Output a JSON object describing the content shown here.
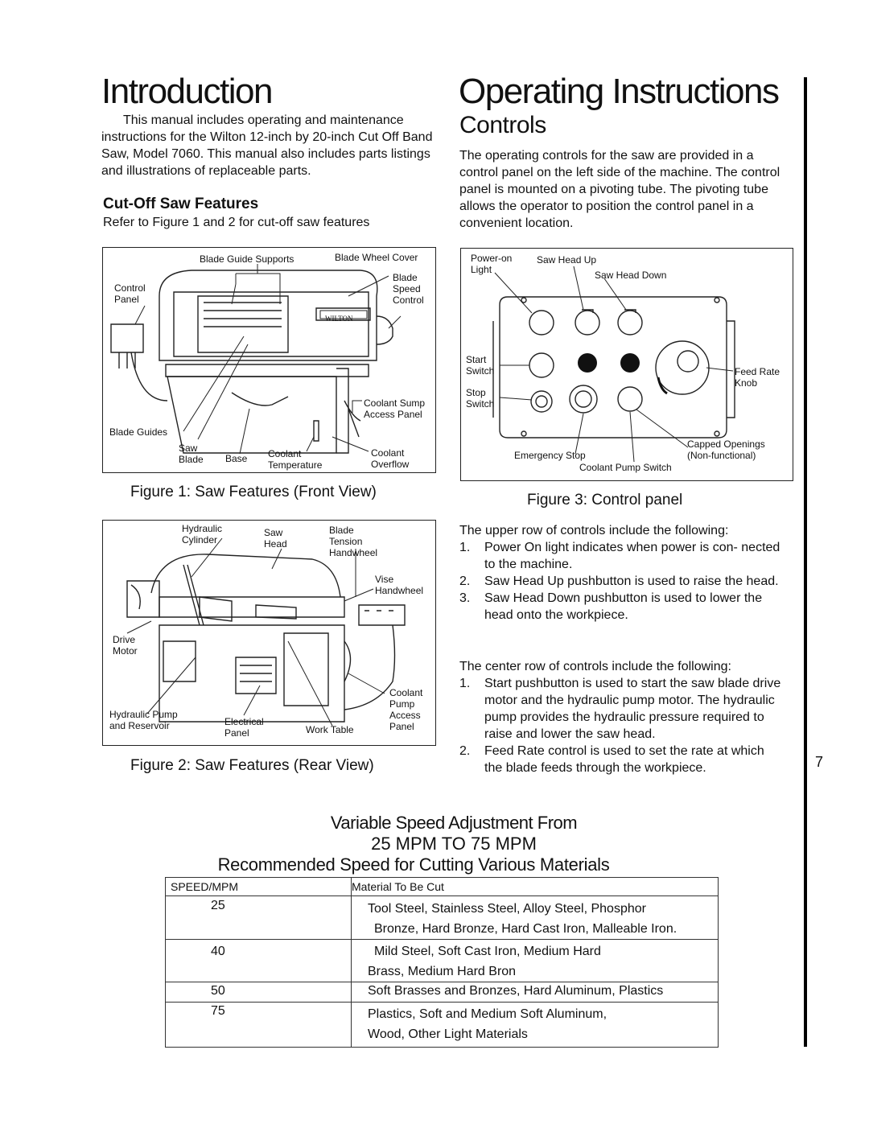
{
  "intro": {
    "title": "Introduction",
    "body": "This manual includes operating and maintenance instructions for the Wilton 12-inch by 20-inch Cut Off Band Saw, Model 7060. This manual also includes parts listings and illustrations of replaceable parts.",
    "features_heading": "Cut-Off Saw Features",
    "features_ref": "Refer to Figure 1 and 2 for cut-off saw features"
  },
  "operating": {
    "title": "Operating Instructions",
    "controls_heading": "Controls",
    "controls_body": "The operating controls for the saw are provided in a control panel on the left side of the machine. The control panel is mounted on a pivoting tube. The pivoting tube allows the operator to position the control panel in a convenient location."
  },
  "fig1": {
    "caption": "Figure 1: Saw Features (Front View)",
    "labels": {
      "blade_guide_supports": "Blade Guide Supports",
      "blade_wheel_cover": "Blade Wheel Cover",
      "blade_speed_control": "Blade\nSpeed\nControl",
      "control_panel": "Control\nPanel",
      "coolant_sump": "Coolant Sump\nAccess Panel",
      "blade_guides": "Blade Guides",
      "saw_blade": "Saw\nBlade",
      "base": "Base",
      "coolant_temperature": "Coolant\nTemperature",
      "coolant_overflow": "Coolant\nOverflow",
      "logo": "WILTON"
    }
  },
  "fig2": {
    "caption": "Figure 2: Saw Features (Rear View)",
    "labels": {
      "hydraulic_cylinder": "Hydraulic\nCylinder",
      "saw_head": "Saw\nHead",
      "blade_tension": "Blade\nTension\nHandwheel",
      "vise_handwheel": "Vise\nHandwheel",
      "drive_motor": "Drive\nMotor",
      "coolant_pump": "Coolant\nPump\nAccess\nPanel",
      "hydraulic_pump": "Hydraulic Pump\nand Reservoir",
      "electrical_panel": "Electrical\nPanel",
      "work_table": "Work Table"
    }
  },
  "fig3": {
    "caption": "Figure 3: Control panel",
    "labels": {
      "power_on": "Power-on\nLight",
      "saw_head_up": "Saw Head Up",
      "saw_head_down": "Saw Head Down",
      "start_switch": "Start\nSwitch",
      "stop_switch": "Stop\nSwitch",
      "feed_rate": "Feed Rate\nKnob",
      "capped": "Capped Openings\n(Non-functional)",
      "emergency_stop": "Emergency Stop",
      "coolant_pump_switch": "Coolant Pump Switch"
    }
  },
  "upper_row": {
    "intro": "The upper row of controls include the following:",
    "items": [
      {
        "num": "1.",
        "text": "Power On light indicates when power is con- nected to the machine."
      },
      {
        "num": "2.",
        "text": "Saw Head Up pushbutton is used to raise the head."
      },
      {
        "num": "3.",
        "text": "Saw Head Down pushbutton is used to lower the head onto the workpiece."
      }
    ]
  },
  "center_row": {
    "intro": "The center row of controls include the following:",
    "items": [
      {
        "num": "1.",
        "text": "Start pushbutton is used to start the saw blade drive motor and the hydraulic pump motor. The hydraulic pump provides the hydraulic pressure required to raise and lower the saw head."
      },
      {
        "num": "2.",
        "text": "Feed Rate control is used to set the rate at which the blade feeds through the workpiece."
      }
    ]
  },
  "page_number": "7",
  "speed": {
    "line1": "Variable Speed Adjustment From",
    "line2": "25 MPM TO 75 MPM",
    "line3": "Recommended Speed for Cutting Various Materials",
    "col1": "SPEED/MPM",
    "col2": "Material To Be Cut",
    "rows": [
      {
        "speed": "25",
        "mat1": "Tool Steel, Stainless Steel, Alloy Steel, Phosphor",
        "mat2": "Bronze, Hard Bronze, Hard Cast Iron, Malleable Iron."
      },
      {
        "speed": "40",
        "mat1": "Mild Steel, Soft Cast Iron, Medium Hard",
        "mat2": "Brass, Medium Hard Bron"
      },
      {
        "speed": "50",
        "mat1": "Soft Brasses and Bronzes, Hard Aluminum, Plastics",
        "mat2": ""
      },
      {
        "speed": "75",
        "mat1": "Plastics, Soft and Medium Soft Aluminum,",
        "mat2": "Wood, Other Light Materials"
      }
    ]
  }
}
